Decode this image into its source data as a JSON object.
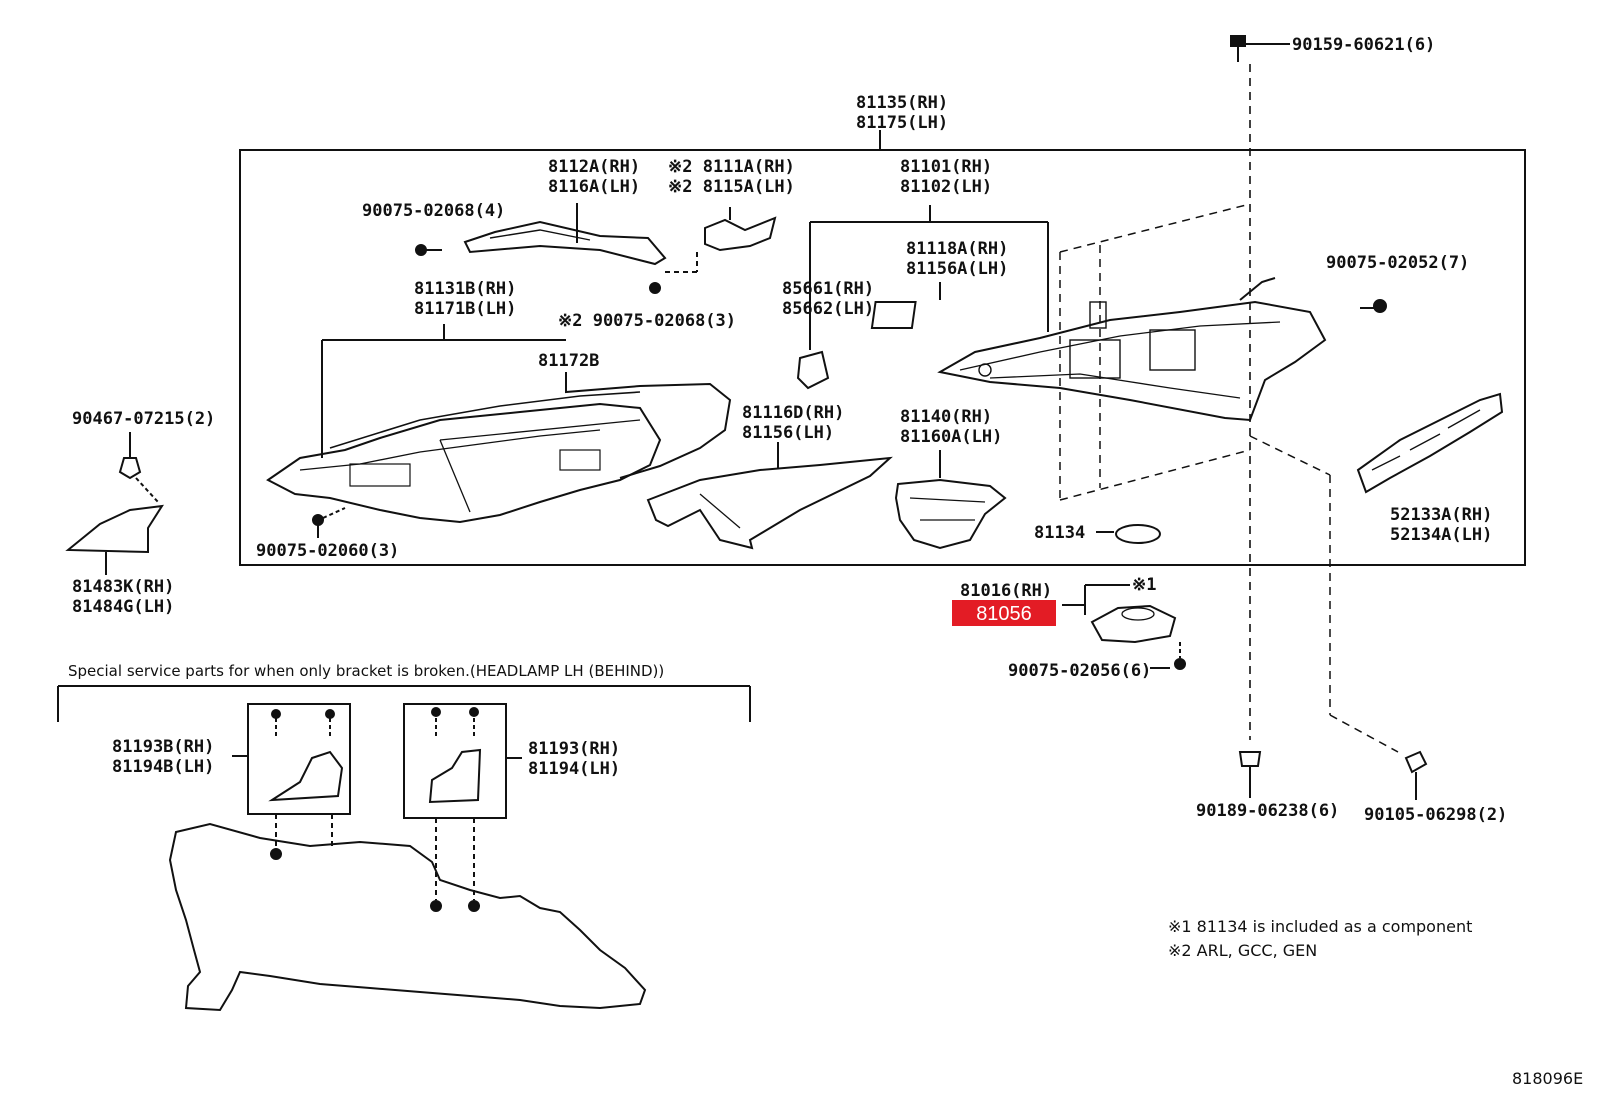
{
  "diagram_id": "818096E",
  "accent_color": "#e31c25",
  "callouts": {
    "c_90159": "90159-60621(6)",
    "c_81135": "81135(RH)",
    "c_81175": "81175(LH)",
    "c_8112a": "8112A(RH)",
    "c_8116a": "8116A(LH)",
    "c_8111a": "※2 8111A(RH)",
    "c_8115a": "※2 8115A(LH)",
    "c_81101": "81101(RH)",
    "c_81102": "81102(LH)",
    "c_90075_02068_4": "90075-02068(4)",
    "c_81118a": "81118A(RH)",
    "c_81156a": "81156A(LH)",
    "c_90075_02052": "90075-02052(7)",
    "c_81131b": "81131B(RH)",
    "c_81171b": "81171B(LH)",
    "c_85661": "85661(RH)",
    "c_85662": "85662(LH)",
    "c_90075_02068_3": "※2 90075-02068(3)",
    "c_81172b": "81172B",
    "c_90467": "90467-07215(2)",
    "c_81116d": "81116D(RH)",
    "c_81156": "81156(LH)",
    "c_81140": "81140(RH)",
    "c_81160a": "81160A(LH)",
    "c_52133a": "52133A(RH)",
    "c_52134a": "52134A(LH)",
    "c_81134": "81134",
    "c_90075_02060": "90075-02060(3)",
    "c_81483k": "81483K(RH)",
    "c_81484g": "81484G(LH)",
    "c_81016": "81016(RH)",
    "c_mark1": "※1",
    "c_90075_02056": "90075-02056(6)",
    "c_81193b": "81193B(RH)",
    "c_81194b": "81194B(LH)",
    "c_81193": "81193(RH)",
    "c_81194": "81194(LH)",
    "c_90189": "90189-06238(6)",
    "c_90105": "90105-06298(2)"
  },
  "highlight_badge": "81056",
  "special_parts_heading": "Special service parts for when only bracket is broken.(HEADLAMP LH (BEHIND))",
  "notes": [
    "※1 81134 is included as a component",
    "※2 ARL, GCC, GEN"
  ]
}
